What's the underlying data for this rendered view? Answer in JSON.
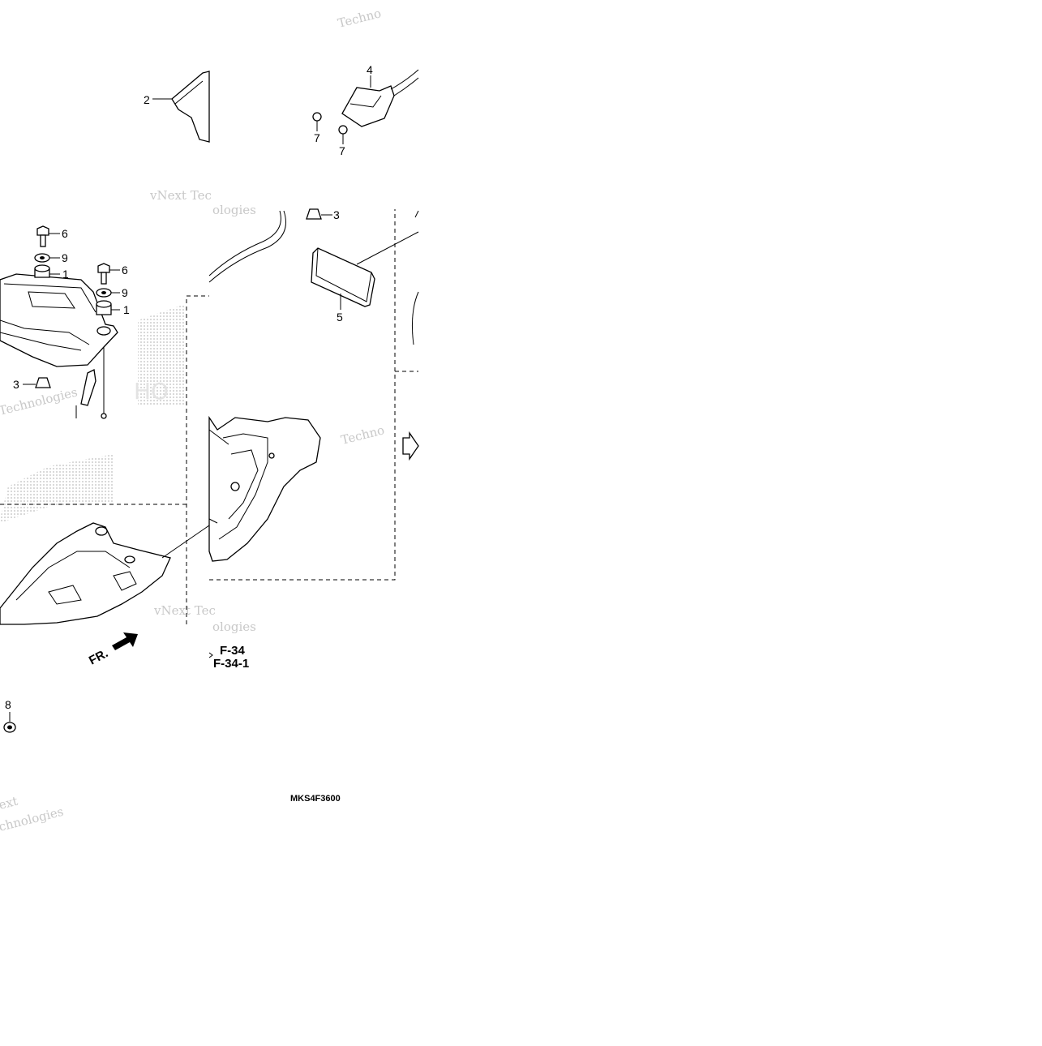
{
  "diagram": {
    "part_labels": [
      "1",
      "1",
      "2",
      "3",
      "3",
      "4",
      "5",
      "6",
      "6",
      "7",
      "7",
      "8",
      "9",
      "9"
    ],
    "direction_label": "FR.",
    "reference_labels": [
      "F-34",
      "F-34-1"
    ],
    "drawing_code": "MKS4F3600",
    "watermarks": [
      "Techno",
      "vNext Tec",
      "ologies",
      "Technologies",
      "vNext Tec",
      "Techno",
      "ologies",
      "ext",
      "chnologies",
      "HO"
    ]
  }
}
